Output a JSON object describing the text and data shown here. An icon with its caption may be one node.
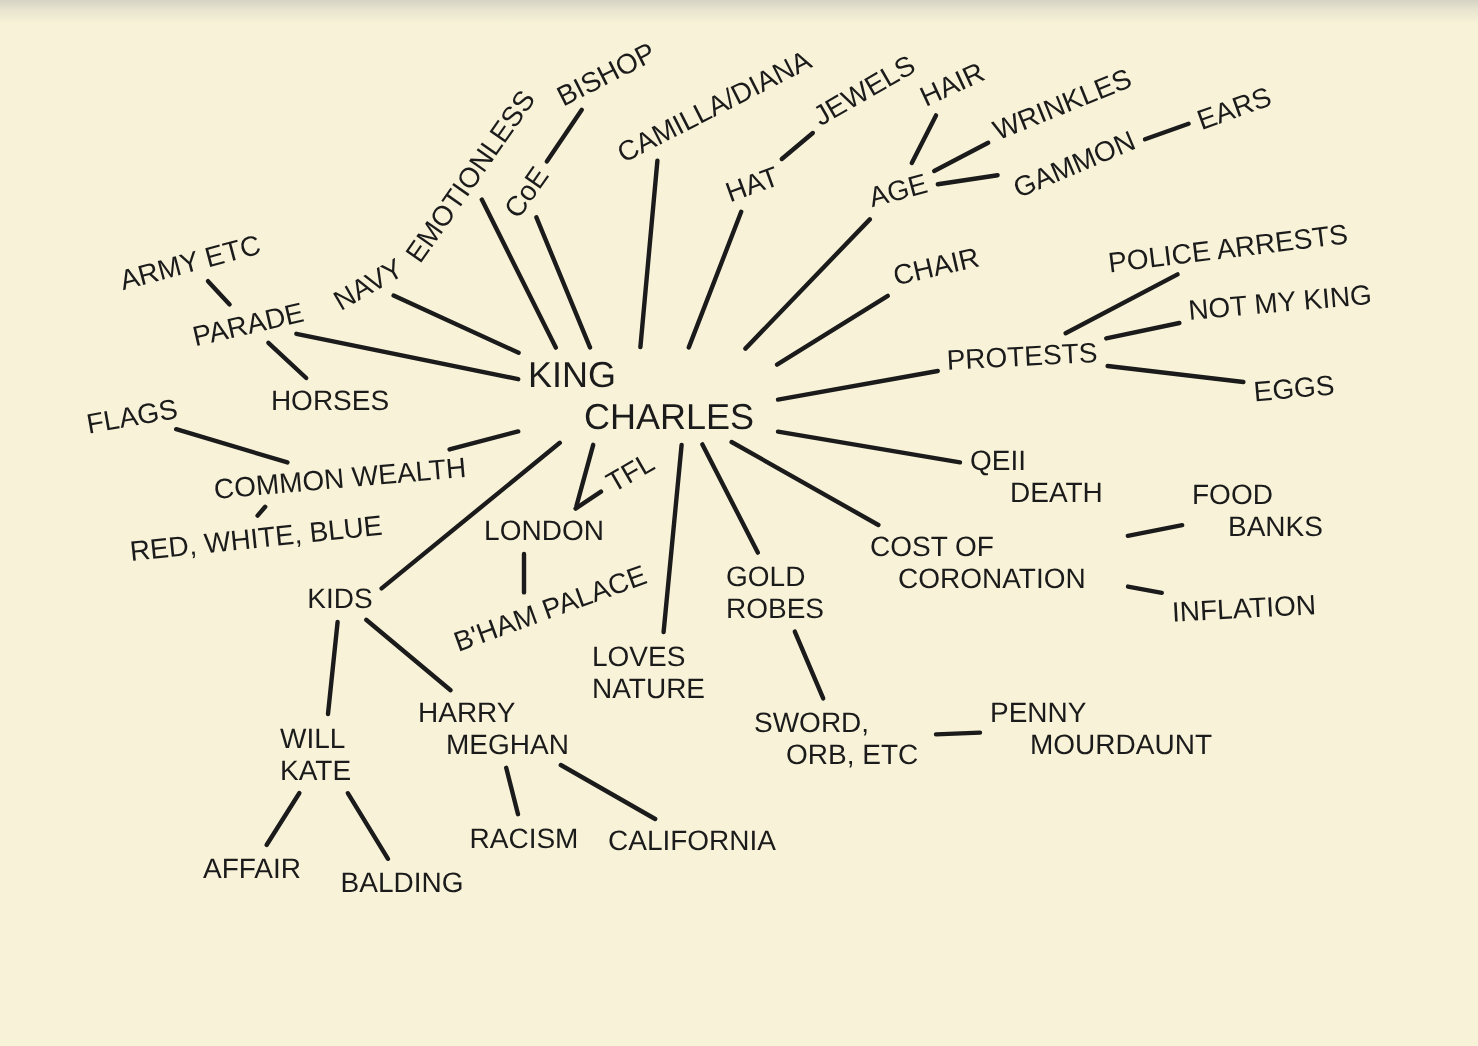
{
  "diagram": {
    "nodes": [
      {
        "text": [
          "KING CHARLES"
        ]
      },
      {
        "text": [
          "EMOTIONLESS"
        ]
      },
      {
        "text": [
          "CoE"
        ]
      },
      {
        "text": [
          "BISHOP"
        ]
      },
      {
        "text": [
          "CAMILLA/DIANA"
        ]
      },
      {
        "text": [
          "HAT"
        ]
      },
      {
        "text": [
          "JEWELS"
        ]
      },
      {
        "text": [
          "AGE"
        ]
      },
      {
        "text": [
          "HAIR"
        ]
      },
      {
        "text": [
          "WRINKLES"
        ]
      },
      {
        "text": [
          "GAMMON"
        ]
      },
      {
        "text": [
          "EARS"
        ]
      },
      {
        "text": [
          "CHAIR"
        ]
      },
      {
        "text": [
          "PROTESTS"
        ]
      },
      {
        "text": [
          "POLICE ARRESTS"
        ]
      },
      {
        "text": [
          "NOT MY KING"
        ]
      },
      {
        "text": [
          "EGGS"
        ]
      },
      {
        "text": [
          "QEII DEATH"
        ]
      },
      {
        "text": [
          "COST OF CORONATION"
        ]
      },
      {
        "text": [
          "FOOD BANKS"
        ]
      },
      {
        "text": [
          "INFLATION"
        ]
      },
      {
        "text": [
          "GOLD ROBES"
        ]
      },
      {
        "text": [
          "SWORD, ORB, ETC"
        ]
      },
      {
        "text": [
          "PENNY MOURDAUNT"
        ]
      },
      {
        "text": [
          "LOVES NATURE"
        ]
      },
      {
        "text": [
          "LONDON"
        ]
      },
      {
        "text": [
          "TFL"
        ]
      },
      {
        "text": [
          "B'HAM PALACE"
        ]
      },
      {
        "text": [
          "KIDS"
        ]
      },
      {
        "text": [
          "WILL KATE"
        ]
      },
      {
        "text": [
          "HARRY MEGHAN"
        ]
      },
      {
        "text": [
          "AFFAIR"
        ]
      },
      {
        "text": [
          "BALDING"
        ]
      },
      {
        "text": [
          "RACISM"
        ]
      },
      {
        "text": [
          "CALIFORNIA"
        ]
      },
      {
        "text": [
          "RED, WHITE, BLUE"
        ]
      },
      {
        "text": [
          "COMMON WEALTH"
        ]
      },
      {
        "text": [
          "FLAGS"
        ]
      },
      {
        "text": [
          "HORSES"
        ]
      },
      {
        "text": [
          "PARADE"
        ]
      },
      {
        "text": [
          "ARMY ETC"
        ]
      },
      {
        "text": [
          "NAVY"
        ]
      }
    ],
    "edges": [
      {
        "from": 0,
        "to": 1,
        "arrow": "none"
      },
      {
        "from": 0,
        "to": 2,
        "arrow": "none"
      },
      {
        "from": 2,
        "to": 3,
        "arrow": "none"
      },
      {
        "from": 0,
        "to": 4,
        "arrow": "none"
      },
      {
        "from": 0,
        "to": 5,
        "arrow": "none"
      },
      {
        "from": 5,
        "to": 6,
        "arrow": "none"
      },
      {
        "from": 0,
        "to": 7,
        "arrow": "none"
      },
      {
        "from": 7,
        "to": 8,
        "arrow": "none"
      },
      {
        "from": 7,
        "to": 9,
        "arrow": "none"
      },
      {
        "from": 7,
        "to": 10,
        "arrow": "none"
      },
      {
        "from": 10,
        "to": 11,
        "arrow": "none"
      },
      {
        "from": 0,
        "to": 12,
        "arrow": "none"
      },
      {
        "from": 0,
        "to": 13,
        "arrow": "none"
      },
      {
        "from": 13,
        "to": 14,
        "arrow": "none"
      },
      {
        "from": 13,
        "to": 15,
        "arrow": "none"
      },
      {
        "from": 13,
        "to": 16,
        "arrow": "none"
      },
      {
        "from": 0,
        "to": 17,
        "arrow": "none"
      },
      {
        "from": 0,
        "to": 18,
        "arrow": "none"
      },
      {
        "from": 18,
        "to": 19,
        "arrow": "none"
      },
      {
        "from": 18,
        "to": 20,
        "arrow": "none"
      },
      {
        "from": 0,
        "to": 21,
        "arrow": "none"
      },
      {
        "from": 21,
        "to": 22,
        "arrow": "none"
      },
      {
        "from": 22,
        "to": 23,
        "arrow": "none"
      },
      {
        "from": 0,
        "to": 24,
        "arrow": "none"
      },
      {
        "from": 0,
        "to": 25,
        "arrow": "none"
      },
      {
        "from": 25,
        "to": 26,
        "arrow": "none"
      },
      {
        "from": 25,
        "to": 27,
        "arrow": "none"
      },
      {
        "from": 0,
        "to": 28,
        "arrow": "none"
      },
      {
        "from": 28,
        "to": 29,
        "arrow": "none"
      },
      {
        "from": 28,
        "to": 30,
        "arrow": "none"
      },
      {
        "from": 29,
        "to": 31,
        "arrow": "none"
      },
      {
        "from": 29,
        "to": 32,
        "arrow": "none"
      },
      {
        "from": 30,
        "to": 33,
        "arrow": "none"
      },
      {
        "from": 30,
        "to": 34,
        "arrow": "none"
      },
      {
        "from": 0,
        "to": 36,
        "arrow": "none"
      },
      {
        "from": 36,
        "to": 35,
        "arrow": "none"
      },
      {
        "from": 36,
        "to": 37,
        "arrow": "none"
      },
      {
        "from": 0,
        "to": 39,
        "arrow": "none"
      },
      {
        "from": 39,
        "to": 40,
        "arrow": "none"
      },
      {
        "from": 39,
        "to": 38,
        "arrow": "none"
      },
      {
        "from": 0,
        "to": 41,
        "arrow": "none"
      }
    ]
  }
}
